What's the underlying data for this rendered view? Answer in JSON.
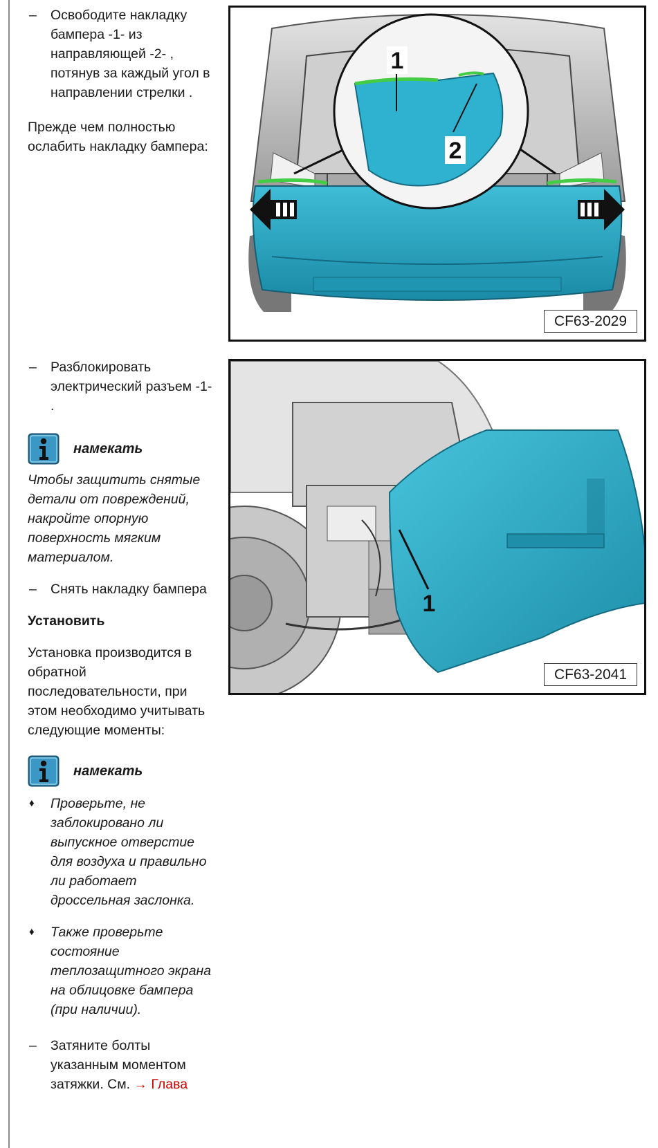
{
  "step_release_trim": {
    "marker": "–",
    "text": "Освободите накладку бампера -1- из направляющей -2- , потянув за каждый угол в направлении стрелки ."
  },
  "before_loosening": "Прежде чем полностью ослабить накладку бампера:",
  "step_unlock_connector": {
    "marker": "–",
    "text": "Разблокировать электрический разъем -1- ."
  },
  "hint_label": "намекать",
  "hint_protect": "Чтобы защитить снятые детали от повреждений, накройте опорную поверхность мягким материалом.",
  "step_remove_trim": {
    "marker": "–",
    "text": "Снять накладку бампера"
  },
  "install_heading": "Установить",
  "install_text": "Установка производится в обратной последовательности, при этом необходимо учитывать следующие моменты:",
  "hint_label_2": "намекать",
  "bullets": [
    {
      "marker": "♦",
      "text": "Проверьте, не заблокировано ли выпускное отверстие для воздуха и правильно ли работает дроссельная заслонка."
    },
    {
      "marker": "♦",
      "text": "Также проверьте состояние теплозащитного экрана на облицовке бампера (при наличии)."
    }
  ],
  "step_tighten": {
    "marker": "–",
    "text": "Затяните болты указанным моментом затяжки. См. ",
    "link": "→ Глава"
  },
  "figure_1": {
    "code": "CF63-2029",
    "callout_1": "1",
    "callout_2": "2",
    "bumper_color": "#29a9c4",
    "guide_color": "#44cc44"
  },
  "figure_2": {
    "code": "CF63-2041",
    "callout_1": "1",
    "bumper_color": "#29a9c4"
  },
  "icons": {
    "info": "info-icon"
  }
}
